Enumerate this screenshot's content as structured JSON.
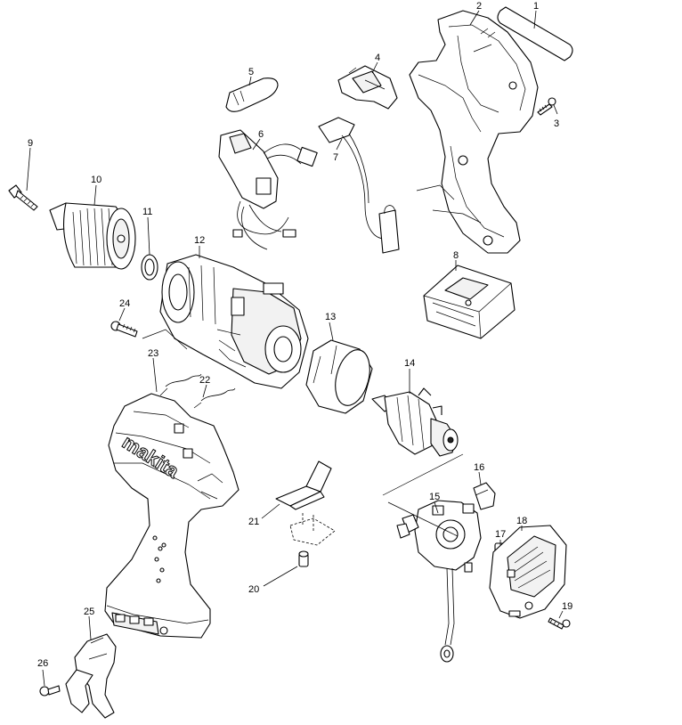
{
  "diagram": {
    "brand_text": "makita",
    "callouts": [
      {
        "id": "p1",
        "label": "1"
      },
      {
        "id": "p2",
        "label": "2"
      },
      {
        "id": "p3",
        "label": "3"
      },
      {
        "id": "p4",
        "label": "4"
      },
      {
        "id": "p5",
        "label": "5"
      },
      {
        "id": "p6",
        "label": "6"
      },
      {
        "id": "p7",
        "label": "7"
      },
      {
        "id": "p8",
        "label": "8"
      },
      {
        "id": "p9",
        "label": "9"
      },
      {
        "id": "p10",
        "label": "10"
      },
      {
        "id": "p11",
        "label": "11"
      },
      {
        "id": "p12",
        "label": "12"
      },
      {
        "id": "p13",
        "label": "13"
      },
      {
        "id": "p14",
        "label": "14"
      },
      {
        "id": "p15",
        "label": "15"
      },
      {
        "id": "p16",
        "label": "16"
      },
      {
        "id": "p17",
        "label": "17"
      },
      {
        "id": "p18",
        "label": "18"
      },
      {
        "id": "p19",
        "label": "19"
      },
      {
        "id": "p20",
        "label": "20"
      },
      {
        "id": "p21",
        "label": "21"
      },
      {
        "id": "p22",
        "label": "22"
      },
      {
        "id": "p23",
        "label": "23"
      },
      {
        "id": "p24",
        "label": "24"
      },
      {
        "id": "p25",
        "label": "25"
      },
      {
        "id": "p26",
        "label": "26"
      }
    ]
  }
}
